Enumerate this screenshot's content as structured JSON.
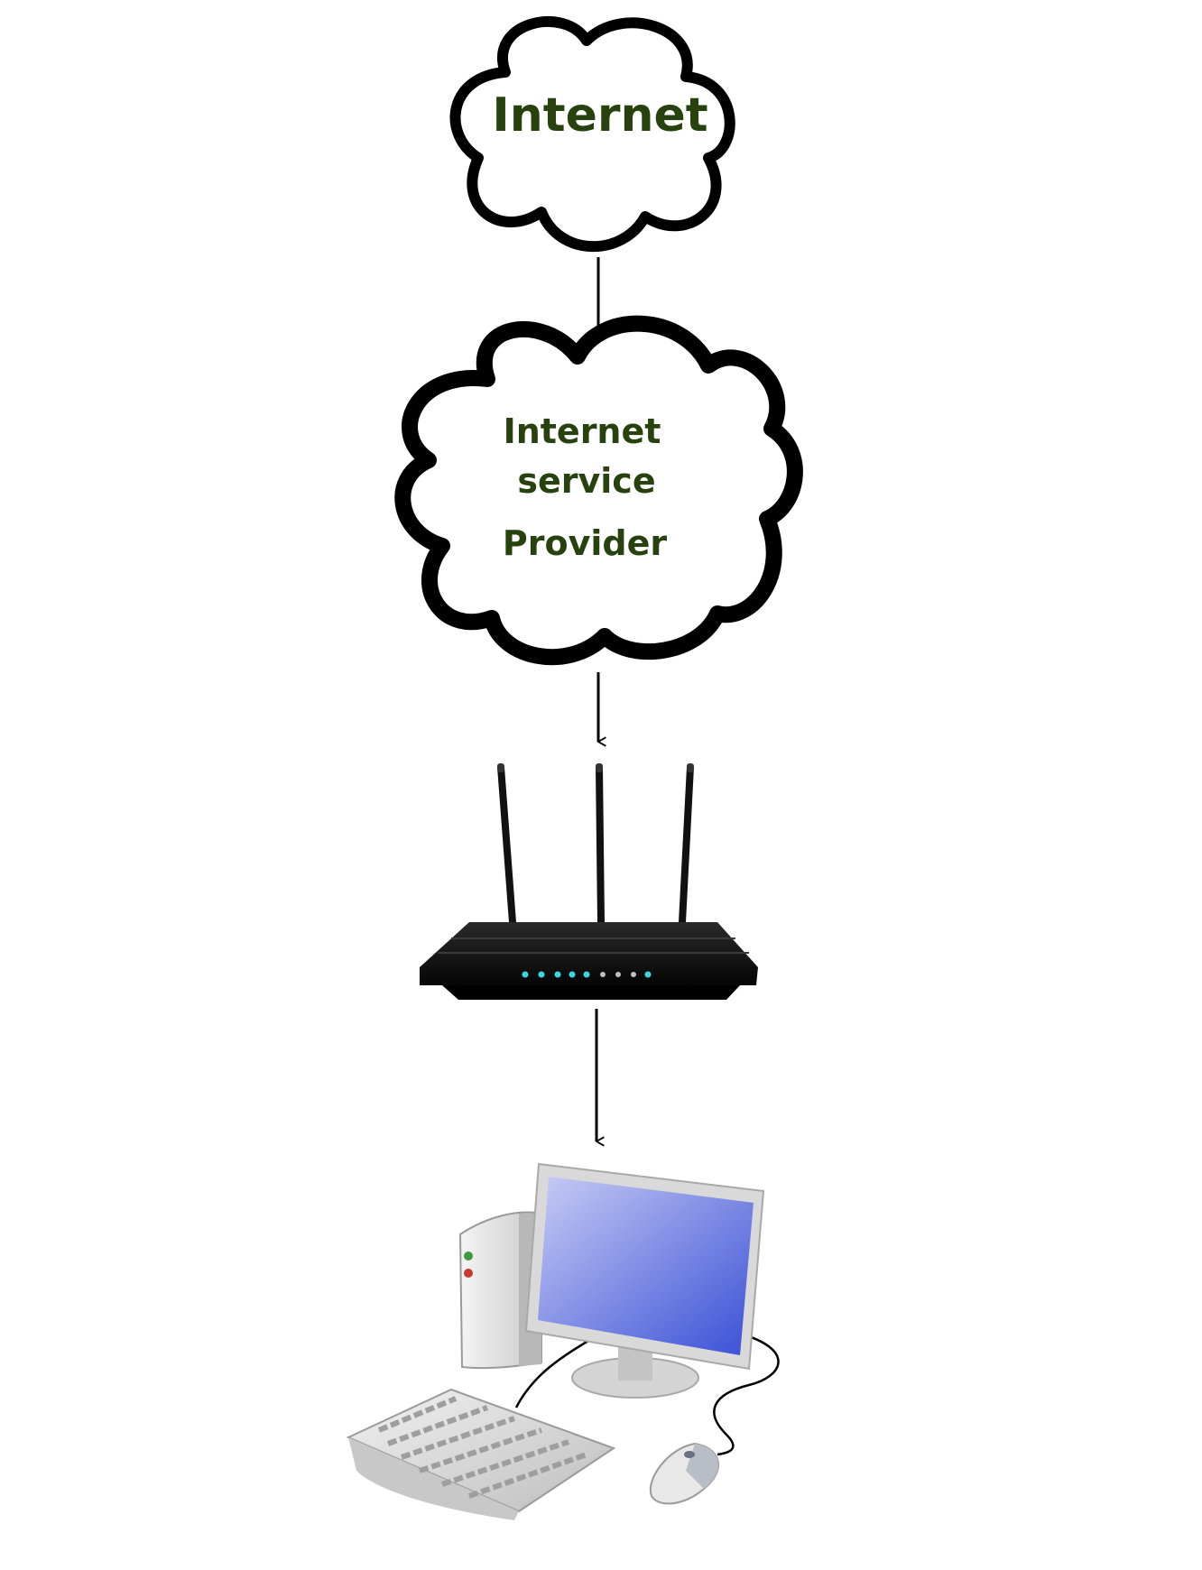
{
  "nodes": {
    "internet": {
      "label": "Internet"
    },
    "isp": {
      "lines": [
        "Internet",
        "service",
        "Provider"
      ]
    },
    "router": {
      "icon": "wifi-router-icon"
    },
    "computer": {
      "icon": "desktop-computer-icon"
    }
  },
  "edges": [
    {
      "from": "internet",
      "to": "isp"
    },
    {
      "from": "isp",
      "to": "router"
    },
    {
      "from": "router",
      "to": "computer"
    }
  ],
  "colors": {
    "label_text": "#27420f",
    "outline": "#000000",
    "router_body": "#111111",
    "router_leds": "#38d6e0",
    "screen_light": "#c6ccf4",
    "screen_dark": "#3a4fd6",
    "led_green": "#3b9b3b",
    "led_red": "#c73a2c"
  }
}
